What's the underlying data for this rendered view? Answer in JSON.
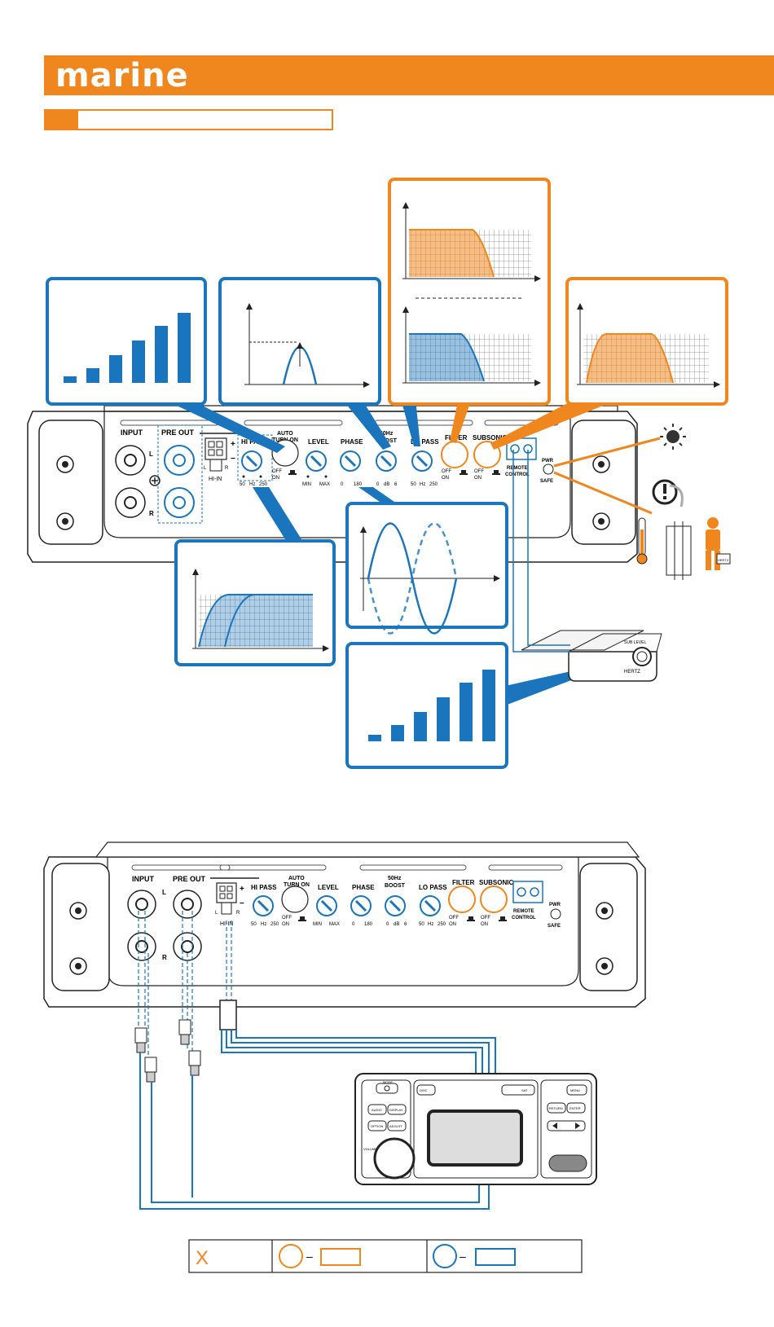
{
  "header": {
    "brand": "marine"
  },
  "top_panel": {
    "input": "INPUT",
    "pre_out": "PRE OUT",
    "hi_in": "HI-IN",
    "lr_l": "L",
    "lr_r": "R",
    "hi_pass": "HI PASS",
    "hi_pass_range": [
      "50",
      "Hz",
      "250"
    ],
    "auto_turn_on": [
      "AUTO",
      "TURN ON"
    ],
    "off": "OFF",
    "on": "ON",
    "level": "LEVEL",
    "level_min": "MIN",
    "level_max": "MAX",
    "phase": "PHASE",
    "phase_range": [
      "0",
      "180"
    ],
    "boost": [
      "50Hz",
      "BOOST"
    ],
    "boost_range": [
      "0",
      "dB",
      "6"
    ],
    "lo_pass": "LO PASS",
    "lo_pass_range": [
      "50",
      "Hz",
      "250"
    ],
    "filter": "FILTER",
    "subsonic": "SUBSONIC",
    "remote_control": [
      "REMOTE",
      "CONTROL"
    ],
    "pwr": "PWR",
    "safe": "SAFE",
    "plus": "+",
    "minus": "−"
  },
  "remote_knob": {
    "label": "SUB LEVEL",
    "brand": "HERTZ"
  },
  "technician": {
    "badge": "HERTZ"
  },
  "bottom_panel": {
    "input": "INPUT",
    "pre_out": "PRE OUT",
    "hi_in": "HI-IN",
    "lr_l": "L",
    "lr_r": "R",
    "hi_pass": "HI PASS",
    "hi_pass_range": [
      "50",
      "Hz",
      "250"
    ],
    "auto_turn_on": [
      "AUTO",
      "TURN ON"
    ],
    "off": "OFF",
    "on": "ON",
    "level": "LEVEL",
    "level_min": "MIN",
    "level_max": "MAX",
    "phase": "PHASE",
    "phase_range": [
      "0",
      "180"
    ],
    "boost": [
      "50Hz",
      "BOOST"
    ],
    "boost_range": [
      "0",
      "dB",
      "6"
    ],
    "lo_pass": "LO PASS",
    "lo_pass_range": [
      "50",
      "Hz",
      "250"
    ],
    "filter": "FILTER",
    "subsonic": "SUBSONIC",
    "remote_control": [
      "REMOTE",
      "CONTROL"
    ],
    "pwr": "PWR",
    "safe": "SAFE",
    "plus": "+",
    "minus": "−"
  },
  "head_unit": {
    "buttons": [
      "MODE",
      "AUDIO",
      "DISPLAY",
      "OPTION",
      "ADJUST",
      "DISC",
      "SAT",
      "MENU",
      "RETURN",
      "ENTER",
      "VOLUME"
    ]
  },
  "legend": {
    "x_mark": "X",
    "dash": "–"
  },
  "colors": {
    "orange": "#f0861e",
    "blue": "#1b75bc",
    "dark": "#222222"
  }
}
